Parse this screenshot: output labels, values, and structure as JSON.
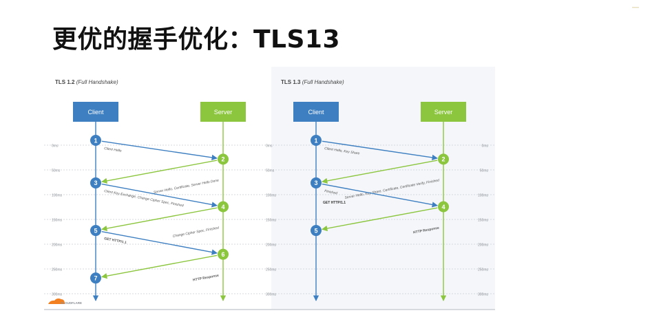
{
  "slide": {
    "title": "更优的握手优化：TLS13"
  },
  "colors": {
    "client": "#3d7fc1",
    "server": "#8cc63f",
    "grid": "#c9ced4",
    "text": "#555555"
  },
  "time_labels": [
    "0ms",
    "50ms",
    "100ms",
    "150ms",
    "200ms",
    "250ms",
    "300ms"
  ],
  "logo": {
    "text": "CLOUDFLARE"
  },
  "panels": [
    {
      "id": "tls12",
      "title_main": "TLS 1.2",
      "title_sub": "(Full Handshake)",
      "client_label": "Client",
      "server_label": "Server",
      "steps": [
        {
          "num": "1",
          "side": "client",
          "time": 0
        },
        {
          "num": "2",
          "side": "server",
          "time": 38
        },
        {
          "num": "3",
          "side": "client",
          "time": 86
        },
        {
          "num": "4",
          "side": "server",
          "time": 134
        },
        {
          "num": "5",
          "side": "client",
          "time": 182
        },
        {
          "num": "6",
          "side": "server",
          "time": 230
        },
        {
          "num": "7",
          "side": "client",
          "time": 278
        }
      ],
      "messages": [
        {
          "from": "1",
          "to": "2",
          "label": "Client Hello",
          "bold": false
        },
        {
          "from": "2",
          "to": "3",
          "label": "Server Hello, Certificate, Server Hello Done",
          "bold": false
        },
        {
          "from": "3",
          "to": "4",
          "label": "Client Key Exchange, Change Cipher Spec, Finished",
          "bold": false
        },
        {
          "from": "4",
          "to": "5",
          "label": "Change Cipher Spec, Finished",
          "bold": false
        },
        {
          "from": "5",
          "to": "6",
          "label": "GET HTTP/1.1",
          "bold": true
        },
        {
          "from": "6",
          "to": "7",
          "label": "HTTP Response",
          "bold": true
        }
      ]
    },
    {
      "id": "tls13",
      "title_main": "TLS 1.3",
      "title_sub": "(Full Handshake)",
      "client_label": "Client",
      "server_label": "Server",
      "steps": [
        {
          "num": "1",
          "side": "client",
          "time": 0
        },
        {
          "num": "2",
          "side": "server",
          "time": 38
        },
        {
          "num": "3",
          "side": "client",
          "time": 86
        },
        {
          "num": "4",
          "side": "server",
          "time": 134
        },
        {
          "num": "5",
          "side": "client",
          "time": 182
        }
      ],
      "messages": [
        {
          "from": "1",
          "to": "2",
          "label": "Client Hello, Key Share",
          "bold": false
        },
        {
          "from": "2",
          "to": "3",
          "label": "Server Hello, Key Share, Certificate, Certificate Verify, Finished",
          "bold": false
        },
        {
          "from": "3",
          "to": "4",
          "label": "Finished",
          "bold": false,
          "extra": "GET HTTP/1.1"
        },
        {
          "from": "4",
          "to": "5",
          "label": "HTTP Response",
          "bold": true
        }
      ]
    }
  ]
}
